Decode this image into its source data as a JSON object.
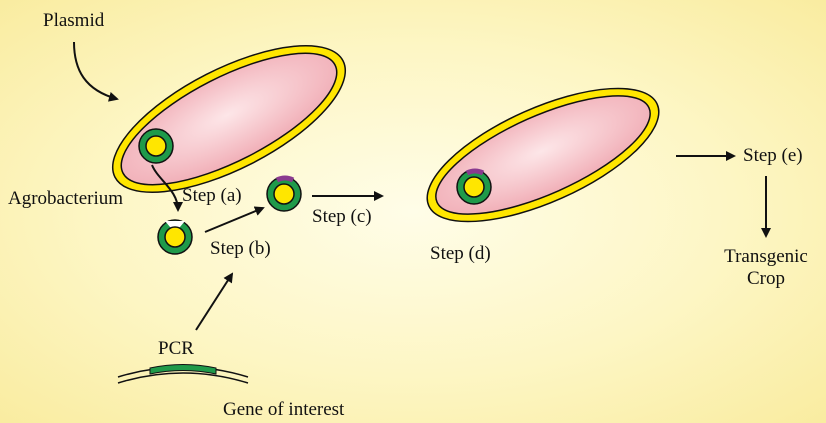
{
  "labels": {
    "plasmid": "Plasmid",
    "agrobacterium": "Agrobacterium",
    "step_a": "Step (a)",
    "step_b": "Step (b)",
    "step_c": "Step (c)",
    "step_d": "Step (d)",
    "step_e": "Step (e)",
    "transgenic_line1": "Transgenic",
    "transgenic_line2": "Crop",
    "pcr": "PCR",
    "gene": "Gene of interest"
  },
  "colors": {
    "cell_fill": "#f4b8bf",
    "cell_highlight": "#fde6e8",
    "cell_wall": "#ffe600",
    "outline": "#111111",
    "plasmid_ring": "#1f9a4a",
    "plasmid_core": "#ffe600",
    "insert_mark": "#8a3a8f",
    "gene_segment": "#1f9a4a"
  }
}
